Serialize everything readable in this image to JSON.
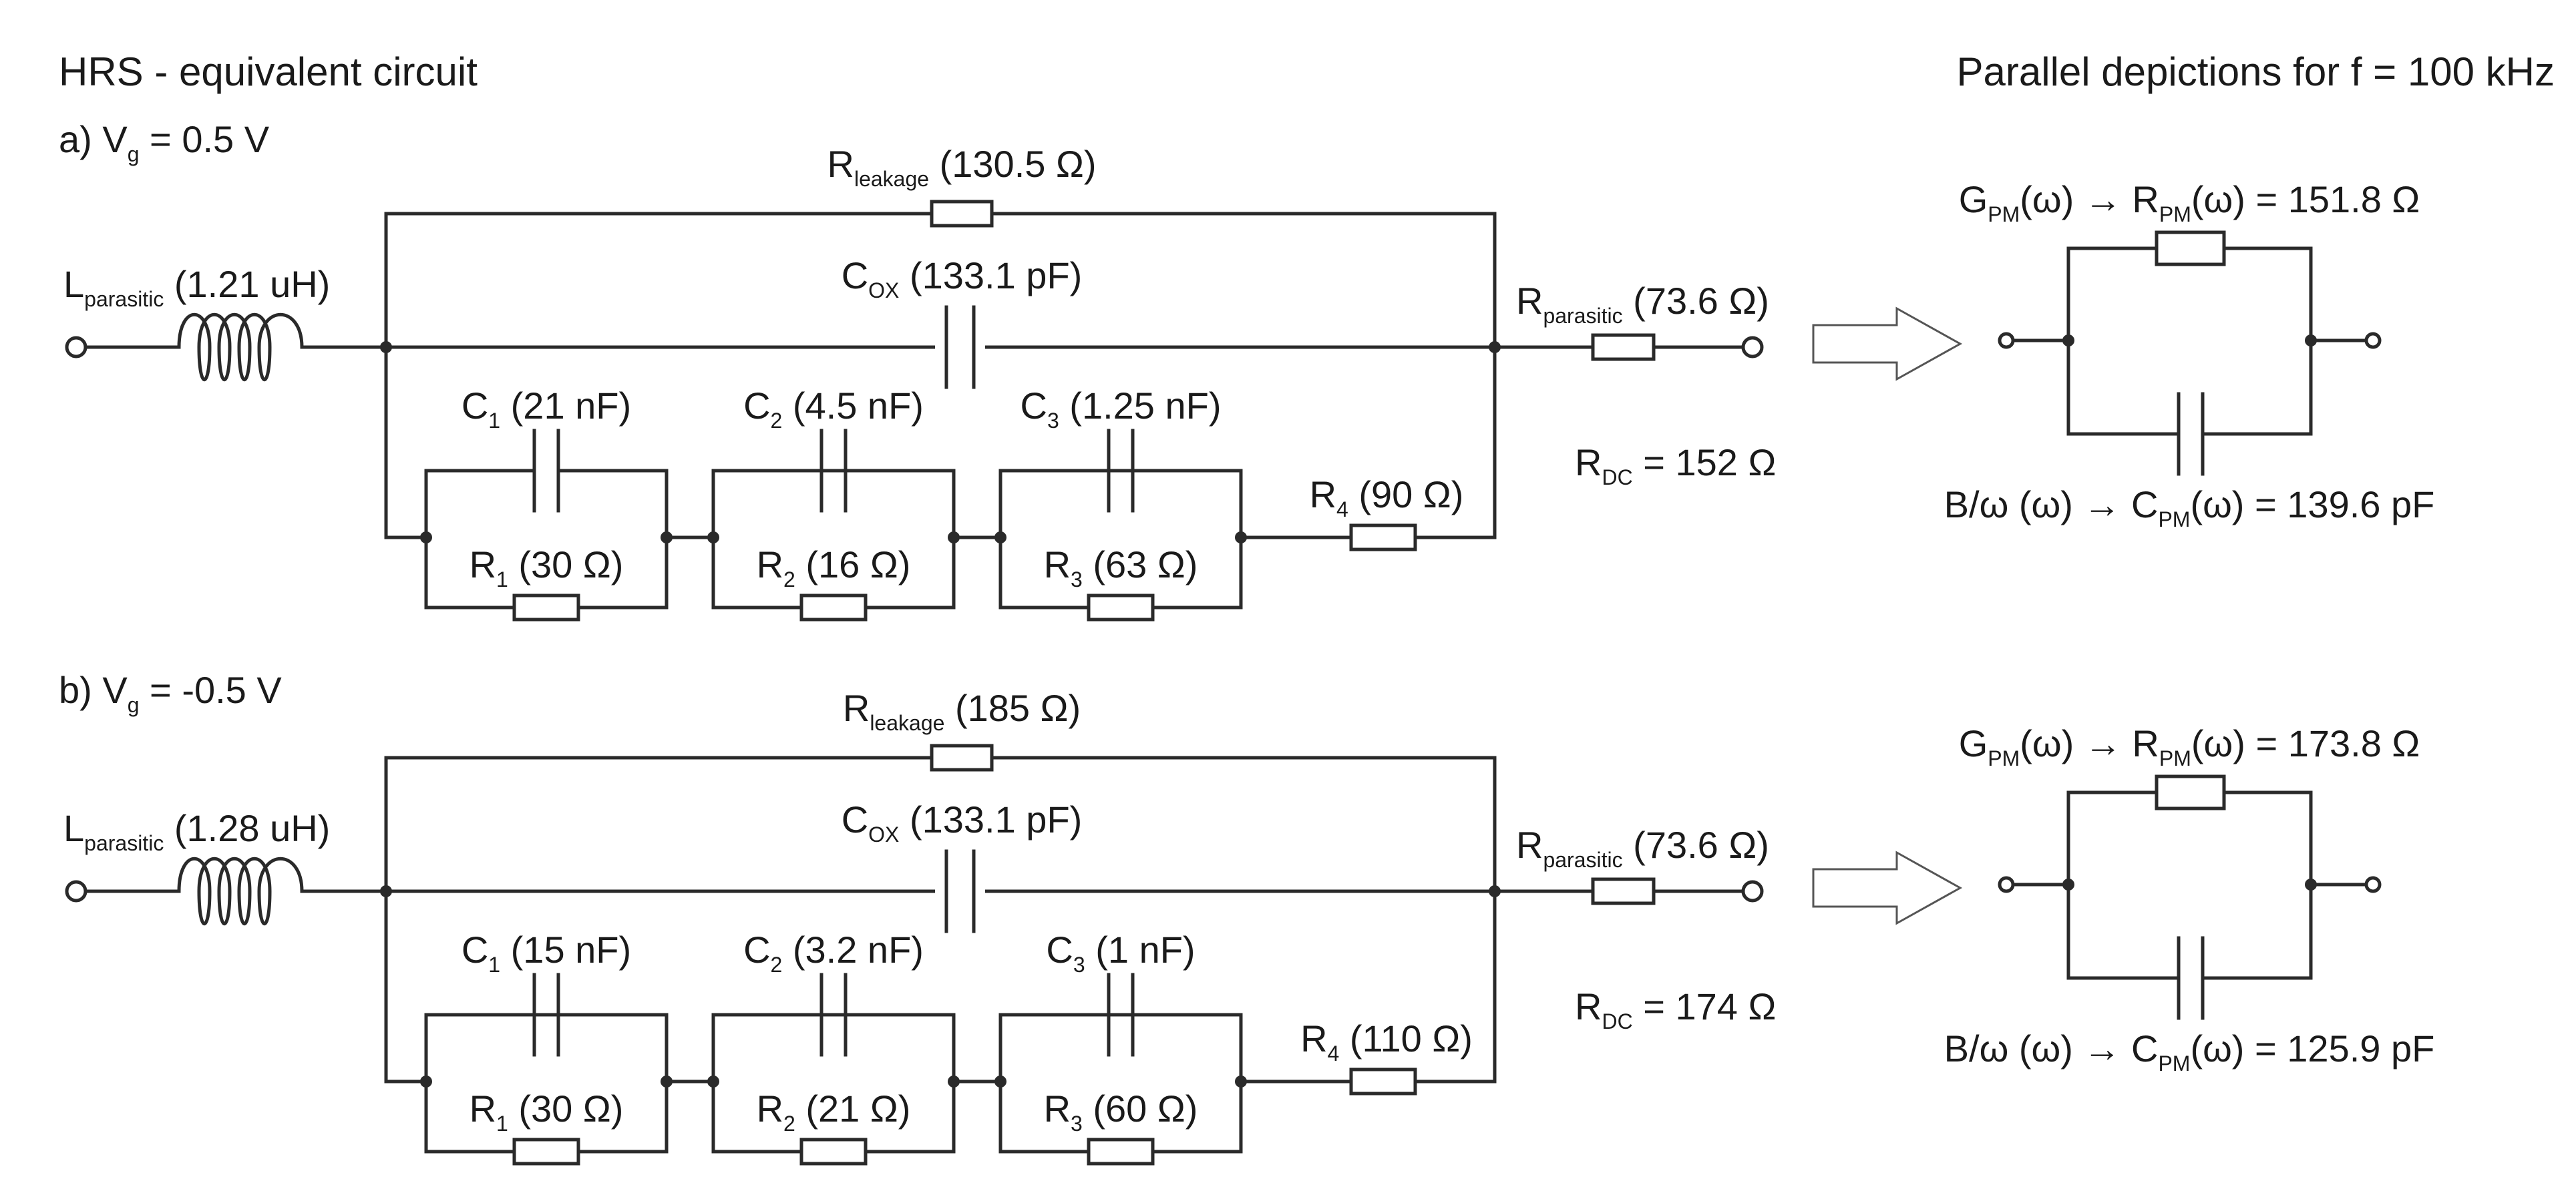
{
  "heading_left": "HRS - equivalent circuit",
  "heading_right": "Parallel depictions for f = 100 kHz",
  "circuits": [
    {
      "case_prefix": "a) V",
      "case_sub": "g",
      "case_suffix": " = 0.5 V",
      "leakage_main": "R",
      "leakage_sub": "leakage",
      "leakage_value": " (130.5 Ω)",
      "cox_main": "C",
      "cox_sub": "OX",
      "cox_value": " (133.1 pF)",
      "lpar_main": "L",
      "lpar_sub": "parasitic",
      "lpar_value": " (1.21 uH)",
      "rpar_main": "R",
      "rpar_sub": "parasitic",
      "rpar_value": " (73.6 Ω)",
      "c1_main": "C",
      "c1_sub": "1",
      "c1_value": " (21 nF)",
      "c2_main": "C",
      "c2_sub": "2",
      "c2_value": " (4.5 nF)",
      "c3_main": "C",
      "c3_sub": "3",
      "c3_value": " (1.25 nF)",
      "r1_main": "R",
      "r1_sub": "1",
      "r1_value": " (30 Ω)",
      "r2_main": "R",
      "r2_sub": "2",
      "r2_value": " (16 Ω)",
      "r3_main": "R",
      "r3_sub": "3",
      "r3_value": " (63 Ω)",
      "r4_main": "R",
      "r4_sub": "4",
      "r4_value": " (90 Ω)",
      "rdc_main": "R",
      "rdc_sub": "DC",
      "rdc_value": " = 152 Ω",
      "gpm_main": "G",
      "gpm_sub": "PM",
      "gpm_mid": "(ω) → R",
      "gpm_sub2": "PM",
      "gpm_value": "(ω) = 151.8 Ω",
      "bpm_main": "B/ω (ω) → C",
      "bpm_sub": "PM",
      "bpm_value": "(ω) = 139.6 pF"
    },
    {
      "case_prefix": "b) V",
      "case_sub": "g",
      "case_suffix": " = -0.5 V",
      "leakage_main": "R",
      "leakage_sub": "leakage",
      "leakage_value": " (185 Ω)",
      "cox_main": "C",
      "cox_sub": "OX",
      "cox_value": " (133.1 pF)",
      "lpar_main": "L",
      "lpar_sub": "parasitic",
      "lpar_value": " (1.28 uH)",
      "rpar_main": "R",
      "rpar_sub": "parasitic",
      "rpar_value": " (73.6 Ω)",
      "c1_main": "C",
      "c1_sub": "1",
      "c1_value": " (15 nF)",
      "c2_main": "C",
      "c2_sub": "2",
      "c2_value": " (3.2 nF)",
      "c3_main": "C",
      "c3_sub": "3",
      "c3_value": " (1 nF)",
      "r1_main": "R",
      "r1_sub": "1",
      "r1_value": " (30 Ω)",
      "r2_main": "R",
      "r2_sub": "2",
      "r2_value": " (21 Ω)",
      "r3_main": "R",
      "r3_sub": "3",
      "r3_value": " (60 Ω)",
      "r4_main": "R",
      "r4_sub": "4",
      "r4_value": " (110 Ω)",
      "rdc_main": "R",
      "rdc_sub": "DC",
      "rdc_value": " = 174 Ω",
      "gpm_main": "G",
      "gpm_sub": "PM",
      "gpm_mid": "(ω) → R",
      "gpm_sub2": "PM",
      "gpm_value": "(ω) = 173.8 Ω",
      "bpm_main": "B/ω (ω) → C",
      "bpm_sub": "PM",
      "bpm_value": "(ω) = 125.9 pF"
    }
  ]
}
